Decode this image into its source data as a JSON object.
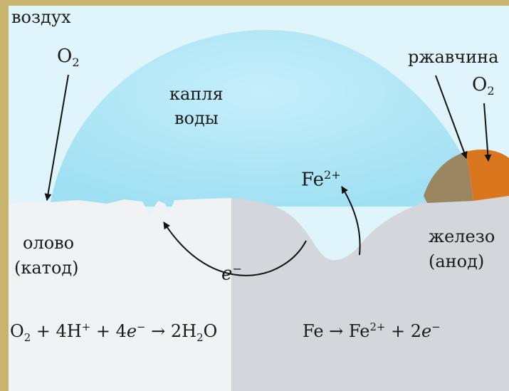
{
  "labels": {
    "air": "воздух",
    "o2_left": {
      "base": "O",
      "sub": "2"
    },
    "drop_line1": "капля",
    "drop_line2": "воды",
    "rust": "ржавчина",
    "o2_right": {
      "base": "O",
      "sub": "2"
    },
    "fe_ion": {
      "base": "Fe",
      "sup": "2+"
    },
    "tin": "олово",
    "cathode": "(катод)",
    "iron": "железо",
    "anode": "(анод)",
    "electron": {
      "base": "e",
      "sup": "−"
    }
  },
  "equations": {
    "cathode": {
      "o2": "O",
      "o2_sub": "2",
      "plus1": " + 4H",
      "h_sup": "+",
      "plus2": " + 4",
      "e": "e",
      "e_sup": "−",
      "arrow": " → 2H",
      "h2_sub": "2",
      "o": "O"
    },
    "anode": {
      "fe": "Fe",
      "arrow": " → Fe",
      "fe_sup": "2+",
      "plus": " + 2",
      "e": "e",
      "e_sup": "−"
    }
  },
  "colors": {
    "frame": "#c8b46e",
    "sky": "#dff4fb",
    "drop": "#a9e4f5",
    "tin_metal": "#f1f2f4",
    "iron_metal": "#d3d6da",
    "rust_dark": "#9a8660",
    "rust_orange": "#d9761e"
  }
}
